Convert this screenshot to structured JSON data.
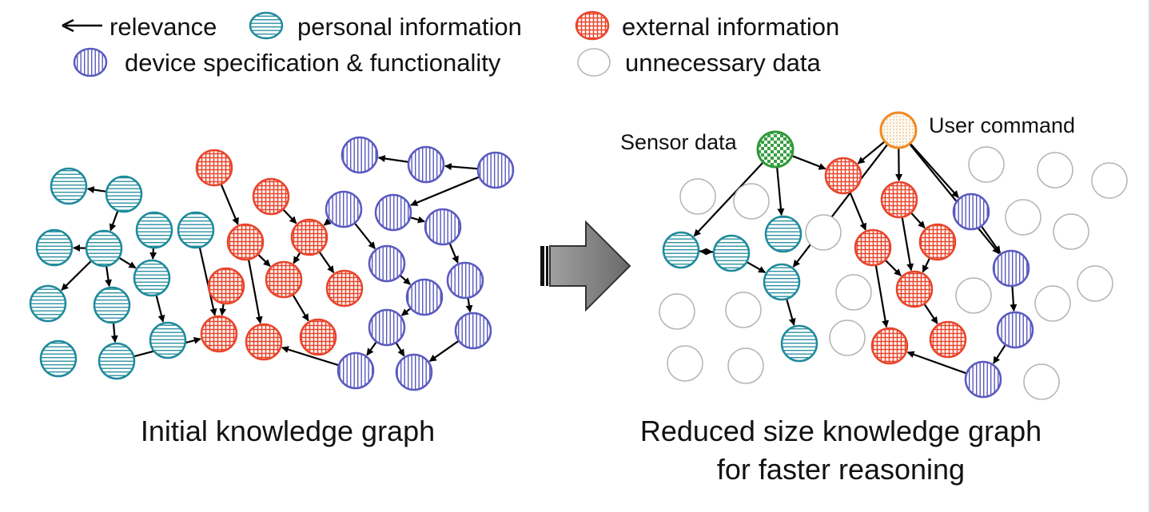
{
  "legend": {
    "relevance": "relevance",
    "personal": "personal information",
    "external": "external information",
    "device": "device specification & functionality",
    "unnecessary": "unnecessary data"
  },
  "captions": {
    "left": "Initial knowledge graph",
    "right_line1": "Reduced size knowledge graph",
    "right_line2": "for faster reasoning"
  },
  "labels": {
    "sensor": "Sensor data",
    "user": "User command"
  },
  "colors": {
    "personal": "#1f8a9c",
    "external": "#e8452c",
    "device": "#5a5ac0",
    "unnecessary": "#b5b5b5",
    "sensor": "#2e9a3a",
    "user": "#f08a24",
    "arrow": "#000000",
    "big_arrow": "#777777"
  }
}
